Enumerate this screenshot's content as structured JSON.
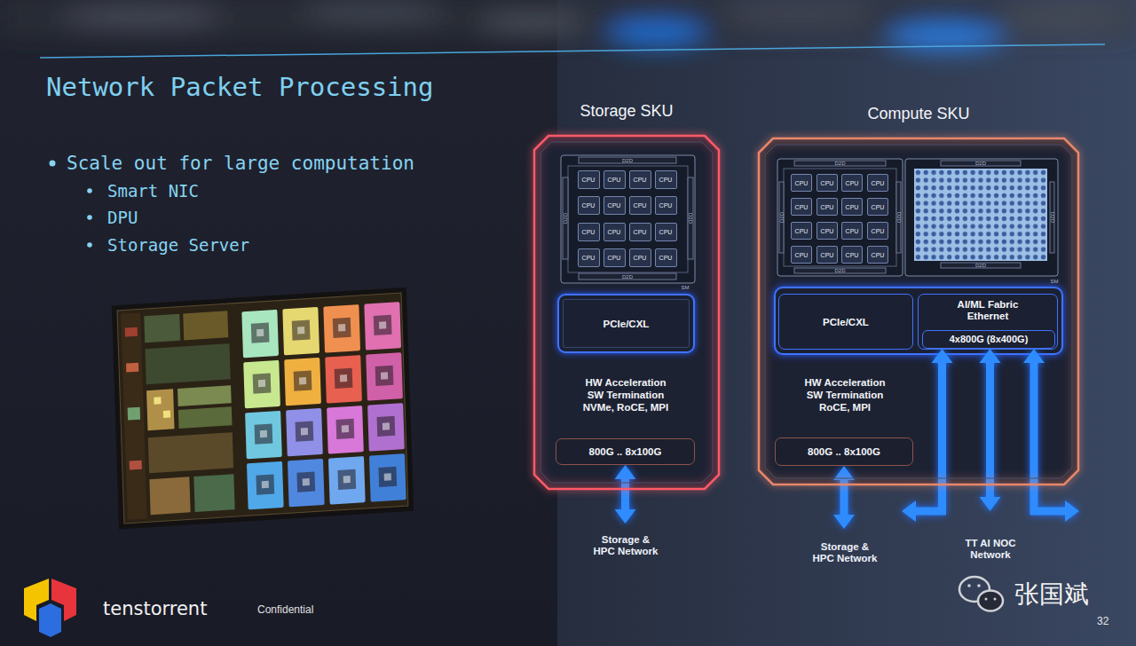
{
  "diagram": {
    "title": "Network Packet Processing",
    "nodes": [
      {
        "text": [
          "Storage SKU",
          "HW Acceleration SW Termination NVMe, RoCE, MPI"
        ]
      },
      {
        "text": [
          "CPU"
        ],
        "in": 0
      },
      {
        "text": [
          "CPU"
        ],
        "in": 0
      },
      {
        "text": [
          "CPU"
        ],
        "in": 0
      },
      {
        "text": [
          "CPU"
        ],
        "in": 0
      },
      {
        "text": [
          "CPU"
        ],
        "in": 0
      },
      {
        "text": [
          "CPU"
        ],
        "in": 0
      },
      {
        "text": [
          "CPU"
        ],
        "in": 0
      },
      {
        "text": [
          "CPU"
        ],
        "in": 0
      },
      {
        "text": [
          "CPU"
        ],
        "in": 0
      },
      {
        "text": [
          "CPU"
        ],
        "in": 0
      },
      {
        "text": [
          "CPU"
        ],
        "in": 0
      },
      {
        "text": [
          "CPU"
        ],
        "in": 0
      },
      {
        "text": [
          "CPU"
        ],
        "in": 0
      },
      {
        "text": [
          "CPU"
        ],
        "in": 0
      },
      {
        "text": [
          "CPU"
        ],
        "in": 0
      },
      {
        "text": [
          "CPU"
        ],
        "in": 0
      },
      {
        "text": [
          "PCIe/CXL"
        ],
        "in": 0
      },
      {
        "text": [
          "800G .. 8x100G"
        ],
        "in": 0
      },
      {
        "text": [
          "Compute SKU",
          "HW Acceleration SW Termination RoCE, MPI"
        ]
      },
      {
        "text": [
          "CPU"
        ],
        "in": 19
      },
      {
        "text": [
          "CPU"
        ],
        "in": 19
      },
      {
        "text": [
          "CPU"
        ],
        "in": 19
      },
      {
        "text": [
          "CPU"
        ],
        "in": 19
      },
      {
        "text": [
          "CPU"
        ],
        "in": 19
      },
      {
        "text": [
          "CPU"
        ],
        "in": 19
      },
      {
        "text": [
          "CPU"
        ],
        "in": 19
      },
      {
        "text": [
          "CPU"
        ],
        "in": 19
      },
      {
        "text": [
          "CPU"
        ],
        "in": 19
      },
      {
        "text": [
          "CPU"
        ],
        "in": 19
      },
      {
        "text": [
          "CPU"
        ],
        "in": 19
      },
      {
        "text": [
          "CPU"
        ],
        "in": 19
      },
      {
        "text": [
          "CPU"
        ],
        "in": 19
      },
      {
        "text": [
          "CPU"
        ],
        "in": 19
      },
      {
        "text": [
          "CPU"
        ],
        "in": 19
      },
      {
        "text": [
          "CPU"
        ],
        "in": 19
      },
      {
        "text": [
          "PCIe/CXL"
        ],
        "in": 19
      },
      {
        "text": [
          "AI/ML Fabric Ethernet"
        ],
        "in": 19
      },
      {
        "text": [
          "4x800G (8x400G)"
        ],
        "in": 37
      },
      {
        "text": [
          "800G .. 8x100G"
        ],
        "in": 19
      },
      {
        "text": [
          "Storage & HPC Network"
        ]
      },
      {
        "text": [
          "Storage & HPC Network"
        ]
      },
      {
        "text": [
          "TT AI NOC Network"
        ]
      }
    ],
    "edges": [
      {
        "from": 18,
        "to": 40,
        "arrow": "both"
      },
      {
        "from": 39,
        "to": 41,
        "arrow": "both"
      },
      {
        "from": 38,
        "to": 42,
        "arrow": "both"
      },
      {
        "from": 38,
        "to": 42,
        "arrow": "both"
      },
      {
        "from": 38,
        "to": 42,
        "arrow": "both"
      }
    ],
    "labels": [
      "Scale out for large computation",
      "Smart NIC",
      "DPU",
      "Storage Server",
      "D2D",
      "D2D",
      "D2D",
      "D2D",
      "SM",
      "D2D",
      "D2D",
      "D2D",
      "D2D",
      "D2D",
      "D2D",
      "D2D",
      "SM",
      "tenstorrent",
      "Confidential",
      "32",
      "张国斌"
    ]
  }
}
